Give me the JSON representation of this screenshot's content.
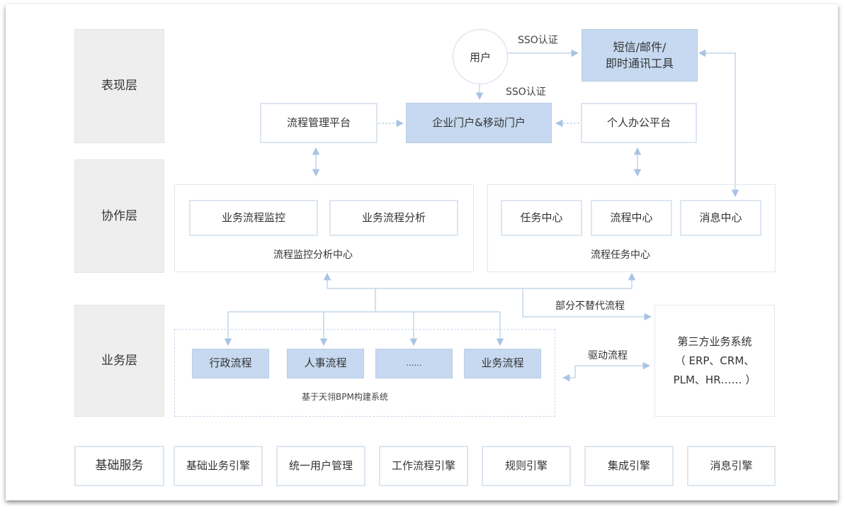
{
  "layers": {
    "presentation": "表现层",
    "collaboration": "协作层",
    "business": "业务层",
    "foundation": "基础服务"
  },
  "presentation": {
    "user": "用户",
    "sso_top": "SSO认证",
    "sso_mid": "SSO认证",
    "messaging_tools": "短信/邮件/\n即时通讯工具",
    "process_platform": "流程管理平台",
    "portal": "企业门户&移动门户",
    "office_platform": "个人办公平台"
  },
  "collaboration": {
    "monitor": "业务流程监控",
    "analysis": "业务流程分析",
    "monitor_center": "流程监控分析中心",
    "task_center": "任务中心",
    "process_center": "流程中心",
    "message_center": "消息中心",
    "process_task_center": "流程任务中心"
  },
  "business": {
    "admin_process": "行政流程",
    "hr_process": "人事流程",
    "ellipsis": "……",
    "business_process": "业务流程",
    "bpm_caption": "基于天翎BPM构建系统",
    "partial_replace": "部分不替代流程",
    "drive_process": "驱动流程",
    "third_party": "第三方业务系统\n（ ERP、CRM、\nPLM、HR…… ）"
  },
  "foundation": {
    "items": [
      "基础业务引擎",
      "统一用户管理",
      "工作流程引擎",
      "规则引擎",
      "集成引擎",
      "消息引擎"
    ]
  }
}
